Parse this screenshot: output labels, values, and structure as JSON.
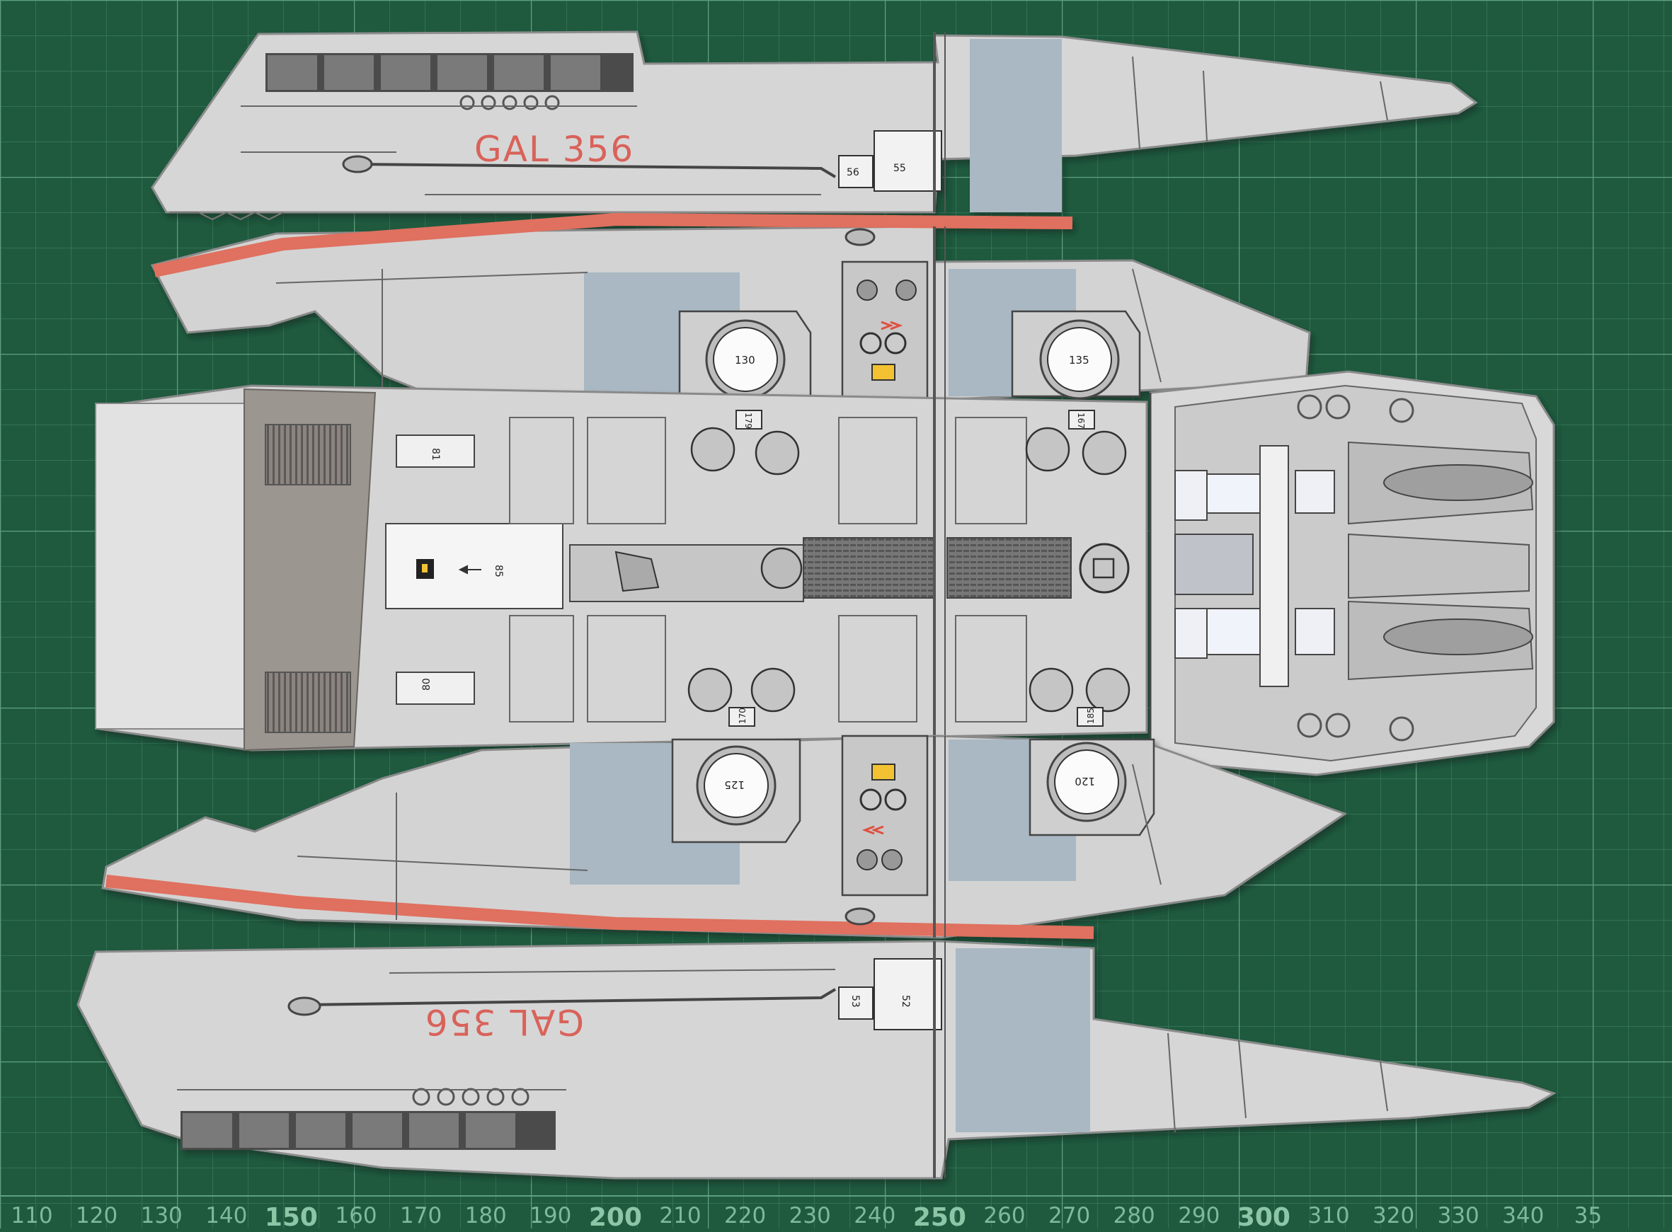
{
  "registration": {
    "upper": "GAL 356",
    "lower": "GAL 356"
  },
  "part_numbers": {
    "top_tags": [
      "56",
      "55"
    ],
    "upper_ports": [
      "130",
      "135"
    ],
    "center_tags": [
      "179",
      "167",
      "170",
      "185"
    ],
    "left_pads": [
      "81",
      "85",
      "80"
    ],
    "lower_ports": [
      "125",
      "120"
    ],
    "bottom_tags": [
      "53",
      "52"
    ]
  },
  "ruler": {
    "numbers": [
      "110",
      "120",
      "130",
      "140",
      "150",
      "160",
      "170",
      "180",
      "190",
      "200",
      "210",
      "220",
      "230",
      "240",
      "250",
      "260",
      "270",
      "280",
      "290",
      "300",
      "310",
      "320",
      "330",
      "340",
      "35"
    ],
    "major": [
      "150",
      "200",
      "250",
      "300"
    ]
  },
  "colors": {
    "mat": "#1f5a3f",
    "grid": "#6aa787",
    "paper": "#d9d9d9",
    "panel_blue": "#a9b8c3",
    "stripe": "#e0705f",
    "accent_yellow": "#f2c230"
  }
}
